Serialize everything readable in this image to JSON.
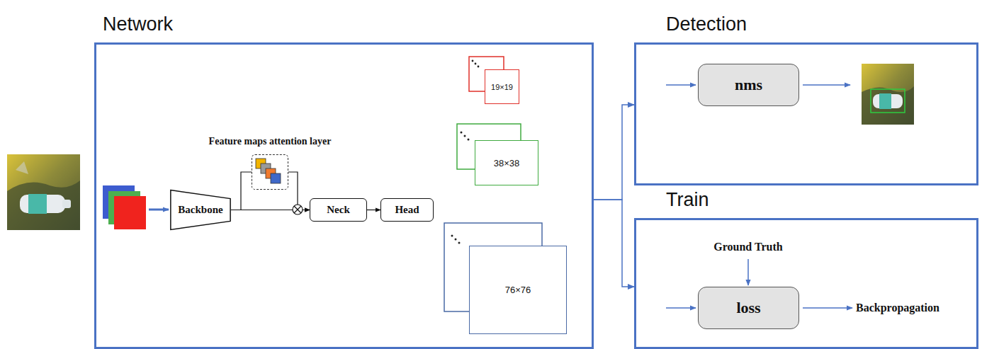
{
  "diagram": {
    "nodes": [
      {
        "text": [
          "Network"
        ]
      },
      {
        "text": [
          "Backbone"
        ],
        "in": 0
      },
      {
        "text": [
          "Feature maps attention layer"
        ],
        "in": 0
      },
      {
        "text": [
          "Neck"
        ],
        "in": 0
      },
      {
        "text": [
          "Head"
        ],
        "in": 0
      },
      {
        "text": [
          "19×19"
        ],
        "in": 0
      },
      {
        "text": [
          "38×38"
        ],
        "in": 0
      },
      {
        "text": [
          "76×76"
        ],
        "in": 0
      },
      {
        "text": [
          "Detection"
        ]
      },
      {
        "text": [
          "nms"
        ],
        "in": 8
      },
      {
        "text": [
          "Train"
        ]
      },
      {
        "text": [
          "loss"
        ],
        "in": 10
      }
    ],
    "edges": [
      {
        "from": 1,
        "to": 3,
        "arrow": "to"
      },
      {
        "from": 1,
        "to": 2,
        "arrow": "none"
      },
      {
        "from": 2,
        "to": 3,
        "arrow": "to"
      },
      {
        "from": 3,
        "to": 4,
        "arrow": "to"
      },
      {
        "from": 0,
        "to": 8,
        "arrow": "to"
      },
      {
        "from": 0,
        "to": 10,
        "arrow": "to"
      }
    ],
    "labels": [
      "Ground Truth",
      "Backpropagation"
    ]
  }
}
